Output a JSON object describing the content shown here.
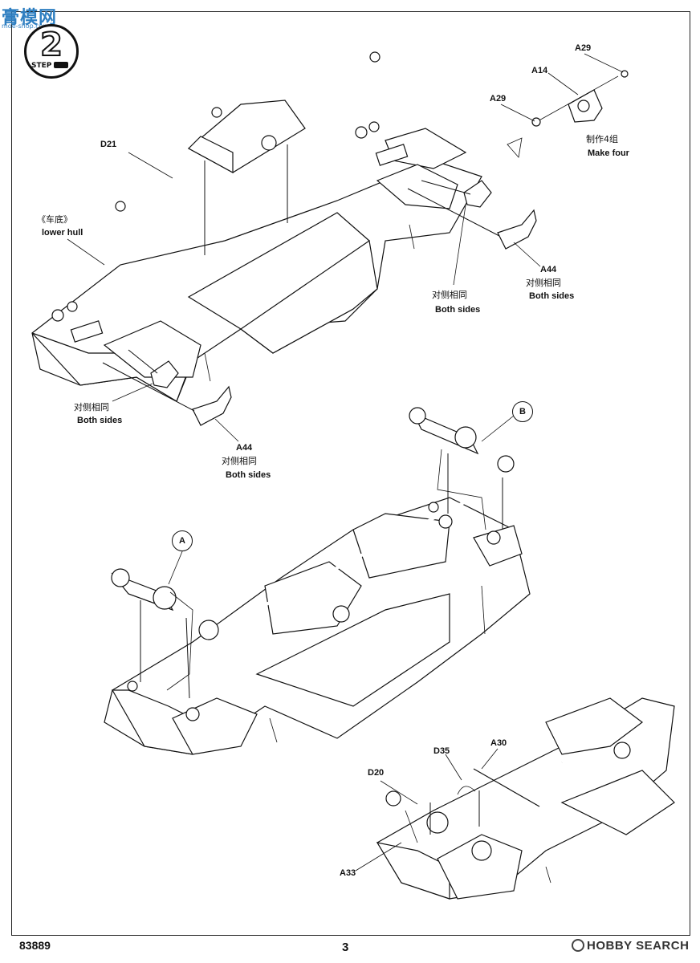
{
  "watermark": {
    "text": "膏模网",
    "url_text": "moe-shop.com"
  },
  "step": {
    "word": "STEP",
    "number": "2"
  },
  "labels": {
    "d21": "D21",
    "lower_hull_cn": "《车底》",
    "lower_hull_en": "lower hull",
    "a29_top": "A29",
    "a14": "A14",
    "a29_left": "A29",
    "make_four_cn": "制作4组",
    "make_four_en": "Make four",
    "a44_right": "A44",
    "both_sides_cn_right_a44": "对侧相同",
    "both_sides_en_right_a44": "Both sides",
    "both_sides_cn_mid": "对侧相同",
    "both_sides_en_mid": "Both sides",
    "both_sides_cn_left": "对侧相同",
    "both_sides_en_left": "Both sides",
    "a44_left": "A44",
    "a44_left_cn": "对侧相同",
    "a44_left_en": "Both sides",
    "tag_a": "A",
    "tag_b": "B",
    "d35": "D35",
    "a30": "A30",
    "d20": "D20",
    "a33": "A33"
  },
  "footer": {
    "code": "83889",
    "page": "3",
    "brand": "HOBBY SEARCH"
  }
}
